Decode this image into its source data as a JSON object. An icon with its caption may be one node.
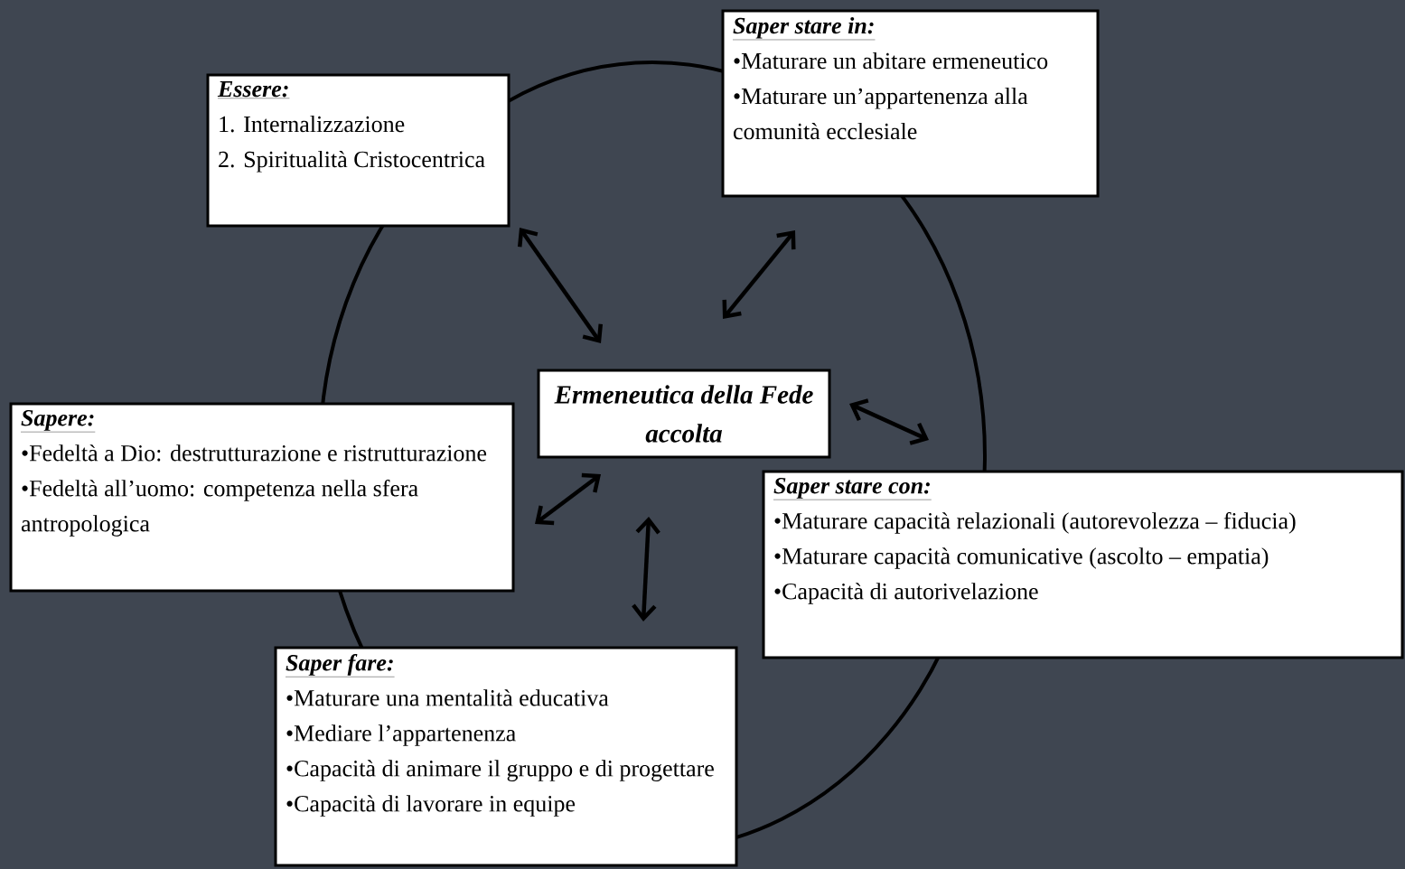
{
  "diagram": {
    "nodes": [
      {
        "text": [
          "Ermeneutica della Fede accolta"
        ]
      },
      {
        "text": [
          "Essere:",
          "1. Internalizzazione",
          "2. Spiritualità Cristocentrica"
        ]
      },
      {
        "text": [
          "Saper stare in:",
          "•Maturare un abitare ermeneutico",
          "•Maturare un’appartenenza alla comunità ecclesiale"
        ]
      },
      {
        "text": [
          "Sapere:",
          "•Fedeltà a Dio: destrutturazione e ristrutturazione",
          "•Fedeltà all’uomo: competenza nella sfera antropologica"
        ]
      },
      {
        "text": [
          "Saper stare con:",
          "•Maturare capacità relazionali (autorevolezza – fiducia)",
          "•Maturare capacità comunicative (ascolto – empatia)",
          "•Capacità di autorivelazione"
        ]
      },
      {
        "text": [
          "Saper fare:",
          "•Maturare una mentalità educativa",
          "•Mediare l’appartenenza",
          "•Capacità di animare il gruppo e di progettare",
          "•Capacità di lavorare in equipe"
        ]
      }
    ],
    "edges": [
      {
        "from": 0,
        "to": 1,
        "arrow": "both"
      },
      {
        "from": 0,
        "to": 2,
        "arrow": "both"
      },
      {
        "from": 0,
        "to": 4,
        "arrow": "both"
      },
      {
        "from": 0,
        "to": 3,
        "arrow": "both"
      },
      {
        "from": 0,
        "to": 5,
        "arrow": "both"
      }
    ]
  }
}
